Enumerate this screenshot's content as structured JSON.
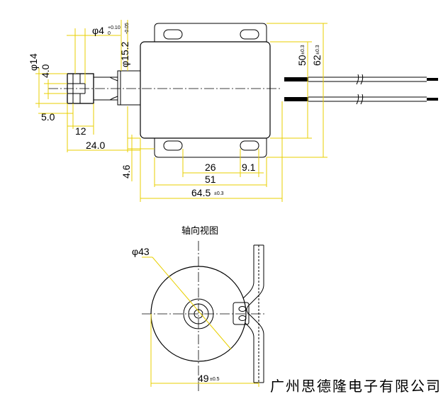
{
  "side_view": {
    "dims": {
      "phi4": "φ4",
      "phi4_tol_upper": "+0.10",
      "phi4_tol_lower": "0",
      "phi15_2": "φ15.2",
      "phi15_2_tol": "-0.05",
      "phi14": "φ14",
      "d4_0": "4.0",
      "d5_0": "5.0",
      "d12": "12",
      "d24_0": "24.0",
      "d4_6": "4.6",
      "d26": "26",
      "d9_1": "9.1",
      "d51": "51",
      "d64_5": "64.5",
      "d64_5_tol": "±0.3",
      "d50": "50",
      "d50_tol": "±0.3",
      "d62": "62",
      "d62_tol": "±0.3"
    }
  },
  "axial_view": {
    "title": "轴向视图",
    "phi43": "φ43",
    "d49": "49",
    "d49_tol": "±0.5"
  },
  "company": "广州思德隆电子有限公司",
  "colors": {
    "dimension": "#e8cf00",
    "outline": "#000000",
    "background": "#ffffff"
  }
}
